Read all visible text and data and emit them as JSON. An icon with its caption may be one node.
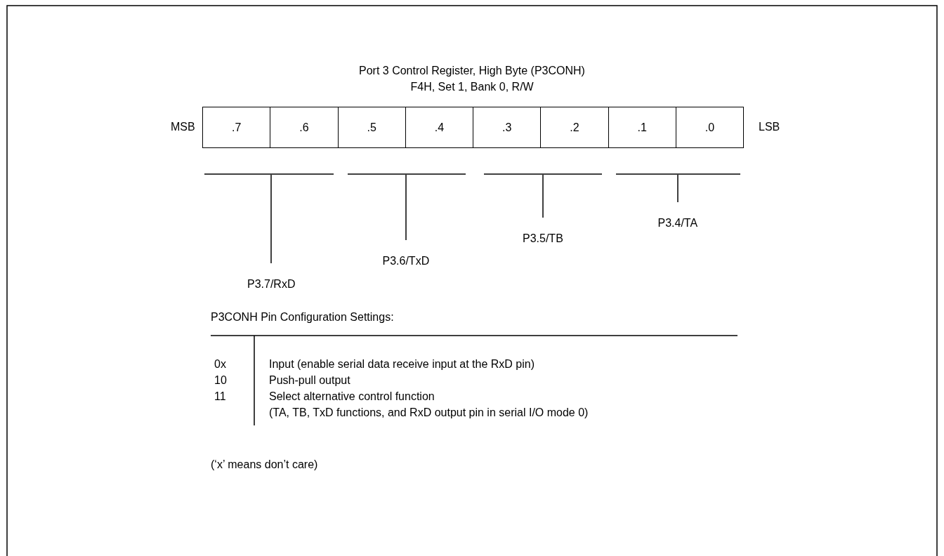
{
  "diagram": {
    "title": "Port 3 Control Register, High Byte (P3CONH)",
    "nodes": [
      {
        "text": [
          ".7"
        ]
      },
      {
        "text": [
          ".6"
        ]
      },
      {
        "text": [
          ".5"
        ]
      },
      {
        "text": [
          ".4"
        ]
      },
      {
        "text": [
          ".3"
        ]
      },
      {
        "text": [
          ".2"
        ]
      },
      {
        "text": [
          ".1"
        ]
      },
      {
        "text": [
          ".0"
        ]
      },
      {
        "text": [
          "P3.7/RxD"
        ]
      },
      {
        "text": [
          "P3.6/TxD"
        ]
      },
      {
        "text": [
          "P3.5/TB"
        ]
      },
      {
        "text": [
          "P3.4/TA"
        ]
      }
    ],
    "edges": [
      {
        "from": 8,
        "to": null,
        "arrow": "none"
      },
      {
        "from": 9,
        "to": null,
        "arrow": "none"
      },
      {
        "from": 10,
        "to": null,
        "arrow": "none"
      },
      {
        "from": 11,
        "to": null,
        "arrow": "none"
      }
    ],
    "labels": [
      "F4H, Set 1, Bank 0, R/W",
      "MSB",
      "LSB",
      "P3CONH Pin Configuration Settings:",
      "0x",
      "Input (enable serial data receive input at the RxD pin)",
      "10",
      "Push-pull output",
      "11",
      "Select alternative control function",
      "(TA, TB, TxD functions, and RxD output pin in serial I/O mode 0)",
      "(‘x’ means don’t care)"
    ]
  }
}
